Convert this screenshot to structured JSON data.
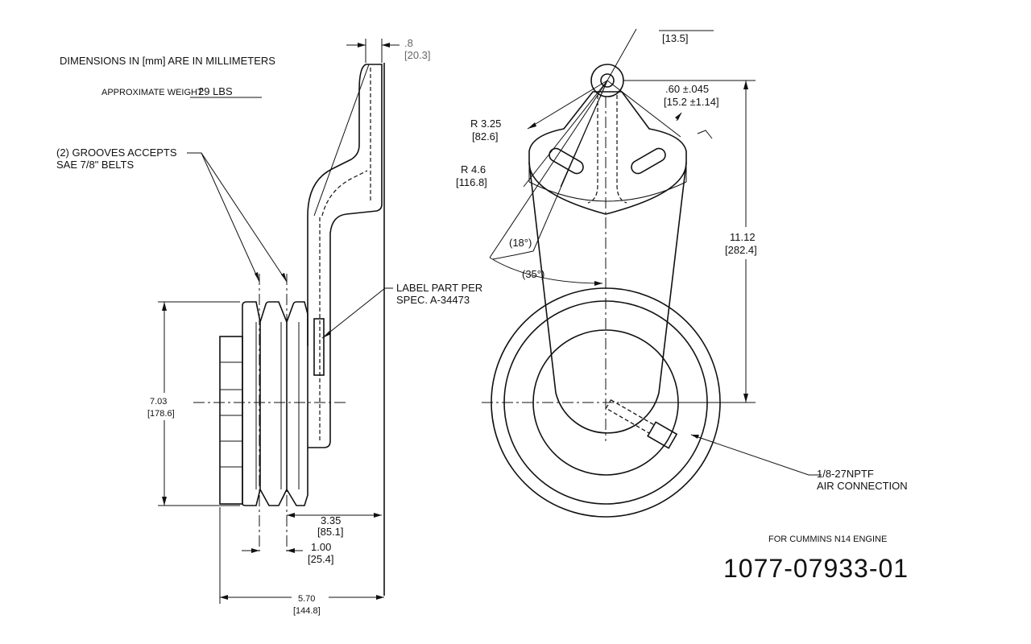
{
  "notes": {
    "units_note": "DIMENSIONS IN [mm] ARE IN MILLIMETERS",
    "weight_label": "APPROXIMATE WEIGHT:",
    "weight_value": "29 LBS",
    "grooves_line1": "(2) GROOVES ACCEPTS",
    "grooves_line2": "SAE 7/8\" BELTS",
    "label_line1": "LABEL PART PER",
    "label_line2": "SPEC. A-34473",
    "air_line1": "1/8-27NPTF",
    "air_line2": "AIR CONNECTION",
    "engine": "FOR CUMMINS N14 ENGINE",
    "part_number": "1077-07933-01"
  },
  "side_view": {
    "dim_top_in": ".8",
    "dim_top_mm": "[20.3]",
    "dim_height_in": "7.03",
    "dim_height_mm": "[178.6]",
    "dim_depth_in": "3.35",
    "dim_depth_mm": "[85.1]",
    "dim_groove_in": "1.00",
    "dim_groove_mm": "[25.4]",
    "dim_width_in": "5.70",
    "dim_width_mm": "[144.8]"
  },
  "front_view": {
    "dim_top_mm": "[13.5]",
    "dim_hole_in": ".60 ±.045",
    "dim_hole_mm": "[15.2 ±1.14]",
    "dim_r1_in": "R 3.25",
    "dim_r1_mm": "[82.6]",
    "dim_r2_in": "R 4.6",
    "dim_r2_mm": "[116.8]",
    "angle_18": "(18°)",
    "angle_35": "(35°)",
    "dim_length_in": "11.12",
    "dim_length_mm": "[282.4]"
  }
}
